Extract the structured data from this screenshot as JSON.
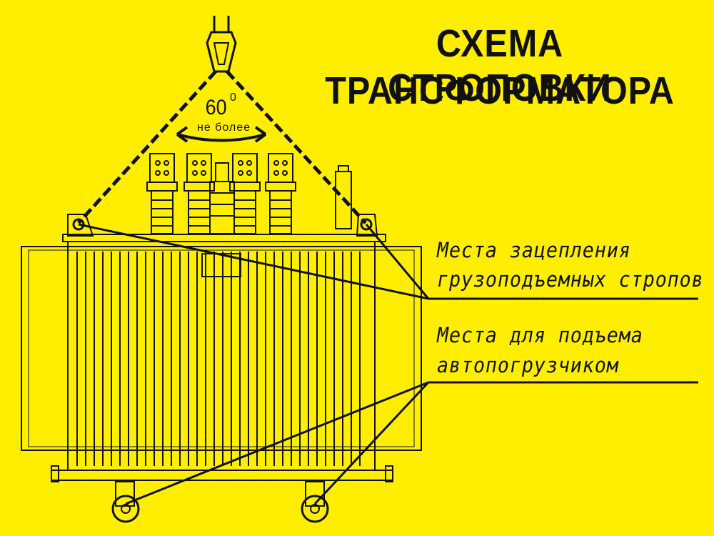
{
  "title": {
    "line1": "СХЕМА СТРОПОВКИ",
    "line2": "ТРАНСФОРМАТОРА"
  },
  "angle": {
    "value": "60",
    "degree": "0",
    "note": "не более"
  },
  "callouts": {
    "lifting_points": {
      "line1": "Места зацепления",
      "line2": "грузоподъемных стропов"
    },
    "forklift_points": {
      "line1": "Места для подъема",
      "line2": "автопогрузчиком"
    }
  },
  "colors": {
    "background": "#ffee00",
    "ink": "#111111"
  }
}
